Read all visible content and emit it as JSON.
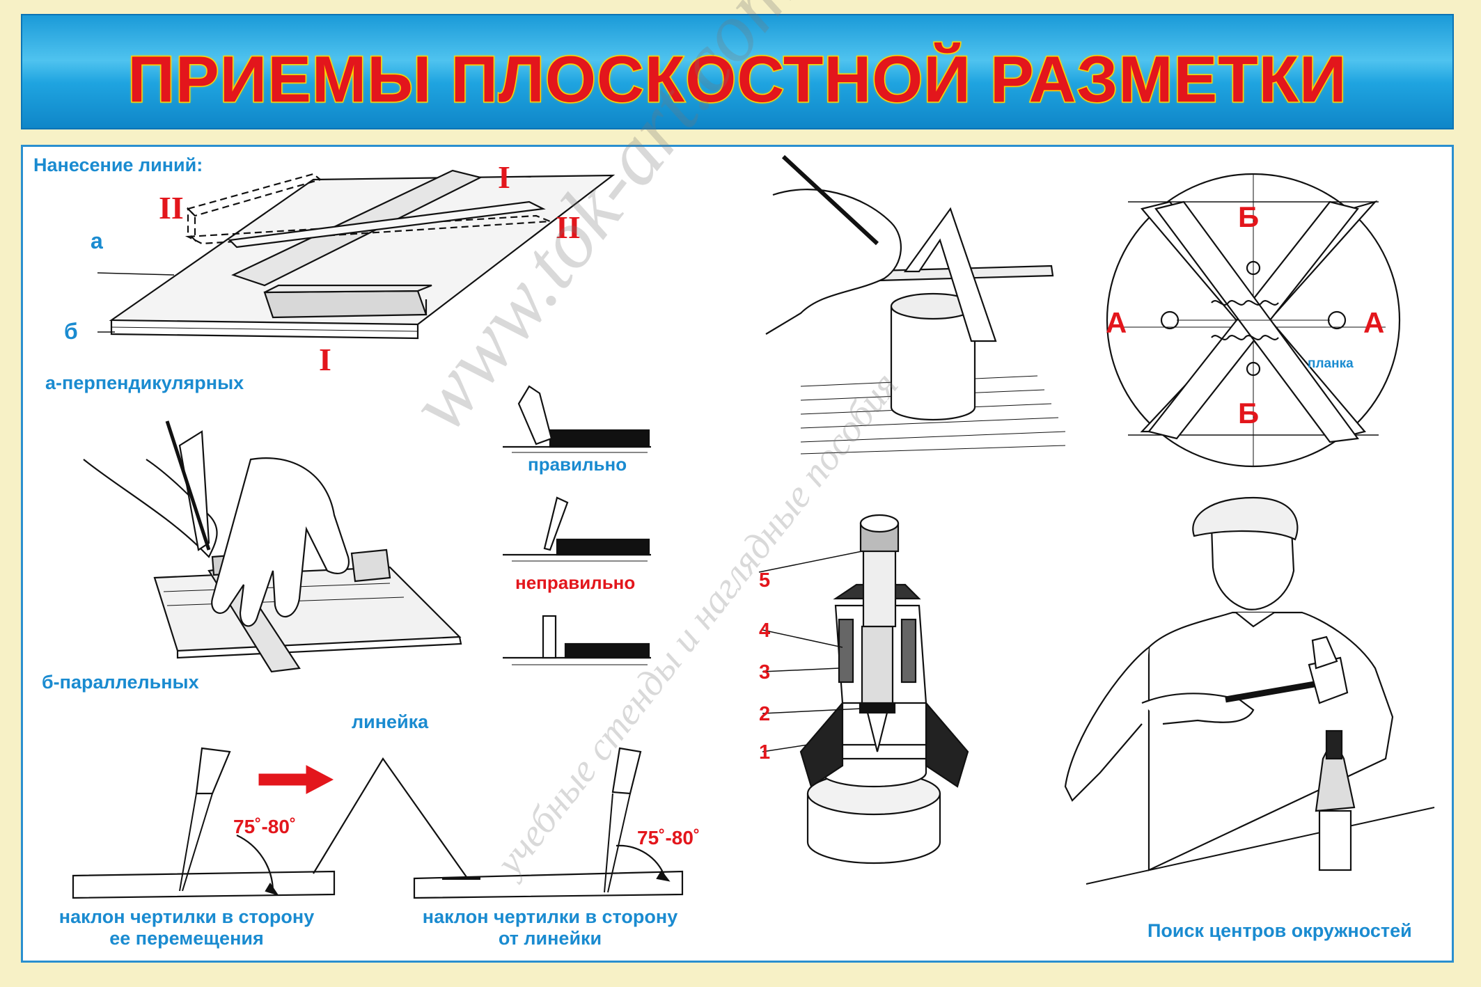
{
  "title": "ПРИЕМЫ ПЛОСКОСТНОЙ РАЗМЕТКИ",
  "section1": {
    "heading": "Нанесение линий:",
    "mark_I": "I",
    "mark_II": "II",
    "label_a": "а",
    "label_b": "б",
    "caption_a": "а-перпендикулярных",
    "caption_b": "б-параллельных"
  },
  "scriber_positions": {
    "correct": "правильно",
    "incorrect": "неправильно"
  },
  "angles": {
    "ruler_label": "линейка",
    "angle_left": "75˚-80˚",
    "angle_right": "75˚-80˚",
    "caption_left_1": "наклон чертилки в сторону",
    "caption_left_2": "ее перемещения",
    "caption_right_1": "наклон чертилки в сторону",
    "caption_right_2": "от линейки"
  },
  "centre_finder": {
    "label_B": "Б",
    "label_A": "А",
    "label_plank": "планка"
  },
  "centre_punch": {
    "parts": [
      "5",
      "4",
      "3",
      "2",
      "1"
    ]
  },
  "worker": {
    "caption": "Поиск центров окружностей"
  },
  "watermark": {
    "line1": "www.tok-art.com.ua",
    "line2": "учебные стенды и наглядные пособия"
  }
}
